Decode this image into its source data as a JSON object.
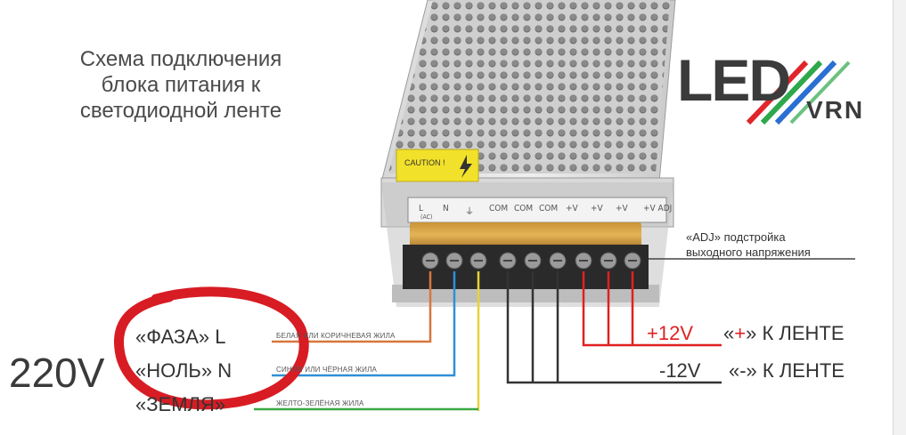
{
  "title_lines": [
    "Схема подключения",
    "блока питания к",
    "светодиодной ленте"
  ],
  "logo": {
    "led": "LED",
    "vrn": "VRN"
  },
  "caution": "CAUTION !",
  "terminals": [
    "L",
    "N",
    "⏚",
    "COM",
    "COM",
    "COM",
    "+V",
    "+V",
    "+V",
    "+V ADJ"
  ],
  "terminal_sub": "(AC)",
  "adj_note": [
    "«ADJ» подстройка",
    "выходного напряжения"
  ],
  "input": {
    "voltage": "220V",
    "phase": "«ФАЗА» L",
    "neutral": "«НОЛЬ» N",
    "ground": "«ЗЕМЛЯ»",
    "phase_wire": "БЕЛАЯ ИЛИ КОРИЧНЕВАЯ ЖИЛА",
    "neutral_wire": "СИНЯЯ ИЛИ ЧЁРНАЯ ЖИЛА",
    "ground_wire": "ЖЕЛТО-ЗЕЛЁНАЯ ЖИЛА"
  },
  "output": {
    "plus_value": "+12V",
    "plus_label": "«+» К ЛЕНТЕ",
    "minus_value": "-12V",
    "minus_label": "«-» К ЛЕНТЕ"
  },
  "colors": {
    "phase_wire": "#d8763c",
    "neutral_wire": "#2f8fd8",
    "ground_wire": "#e8d23a",
    "ground_line": "#3aa843",
    "plus_wire": "#e02020",
    "minus_wire": "#333333",
    "annotation_circle": "#d81c24",
    "logo_red": "#e0262b",
    "logo_green": "#2ea84a",
    "logo_blue": "#2a6fd1"
  }
}
